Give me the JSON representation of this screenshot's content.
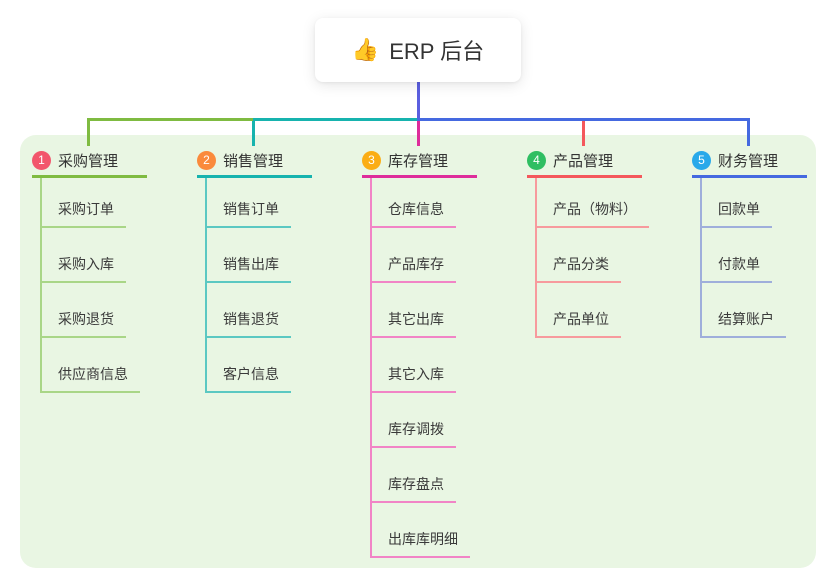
{
  "root": {
    "label": "ERP 后台",
    "icon": "thumbs-up",
    "icon_glyph": "👍"
  },
  "colors": {
    "panel_background": "#E9F6E3",
    "root_connector": "#5B5FE0"
  },
  "branches": [
    {
      "seq": "1",
      "title": "采购管理",
      "line_color": "#7FBB41",
      "child_line_color": "#A9D687",
      "badge_color": "#F2566C",
      "children": [
        "采购订单",
        "采购入库",
        "采购退货",
        "供应商信息"
      ]
    },
    {
      "seq": "2",
      "title": "销售管理",
      "line_color": "#17B3AE",
      "child_line_color": "#5BC8C2",
      "badge_color": "#FA8A3C",
      "children": [
        "销售订单",
        "销售出库",
        "销售退货",
        "客户信息"
      ]
    },
    {
      "seq": "3",
      "title": "库存管理",
      "line_color": "#DE2D9B",
      "child_line_color": "#F184C6",
      "badge_color": "#FBAD15",
      "children": [
        "仓库信息",
        "产品库存",
        "其它出库",
        "其它入库",
        "库存调拨",
        "库存盘点",
        "出库库明细"
      ]
    },
    {
      "seq": "4",
      "title": "产品管理",
      "line_color": "#F4585C",
      "child_line_color": "#F79A9D",
      "badge_color": "#2FBE62",
      "children": [
        "产品（物料）",
        "产品分类",
        "产品单位"
      ]
    },
    {
      "seq": "5",
      "title": "财务管理",
      "line_color": "#4569E0",
      "child_line_color": "#9FAEDB",
      "badge_color": "#29A9EA",
      "children": [
        "回款单",
        "付款单",
        "结算账户"
      ]
    }
  ]
}
